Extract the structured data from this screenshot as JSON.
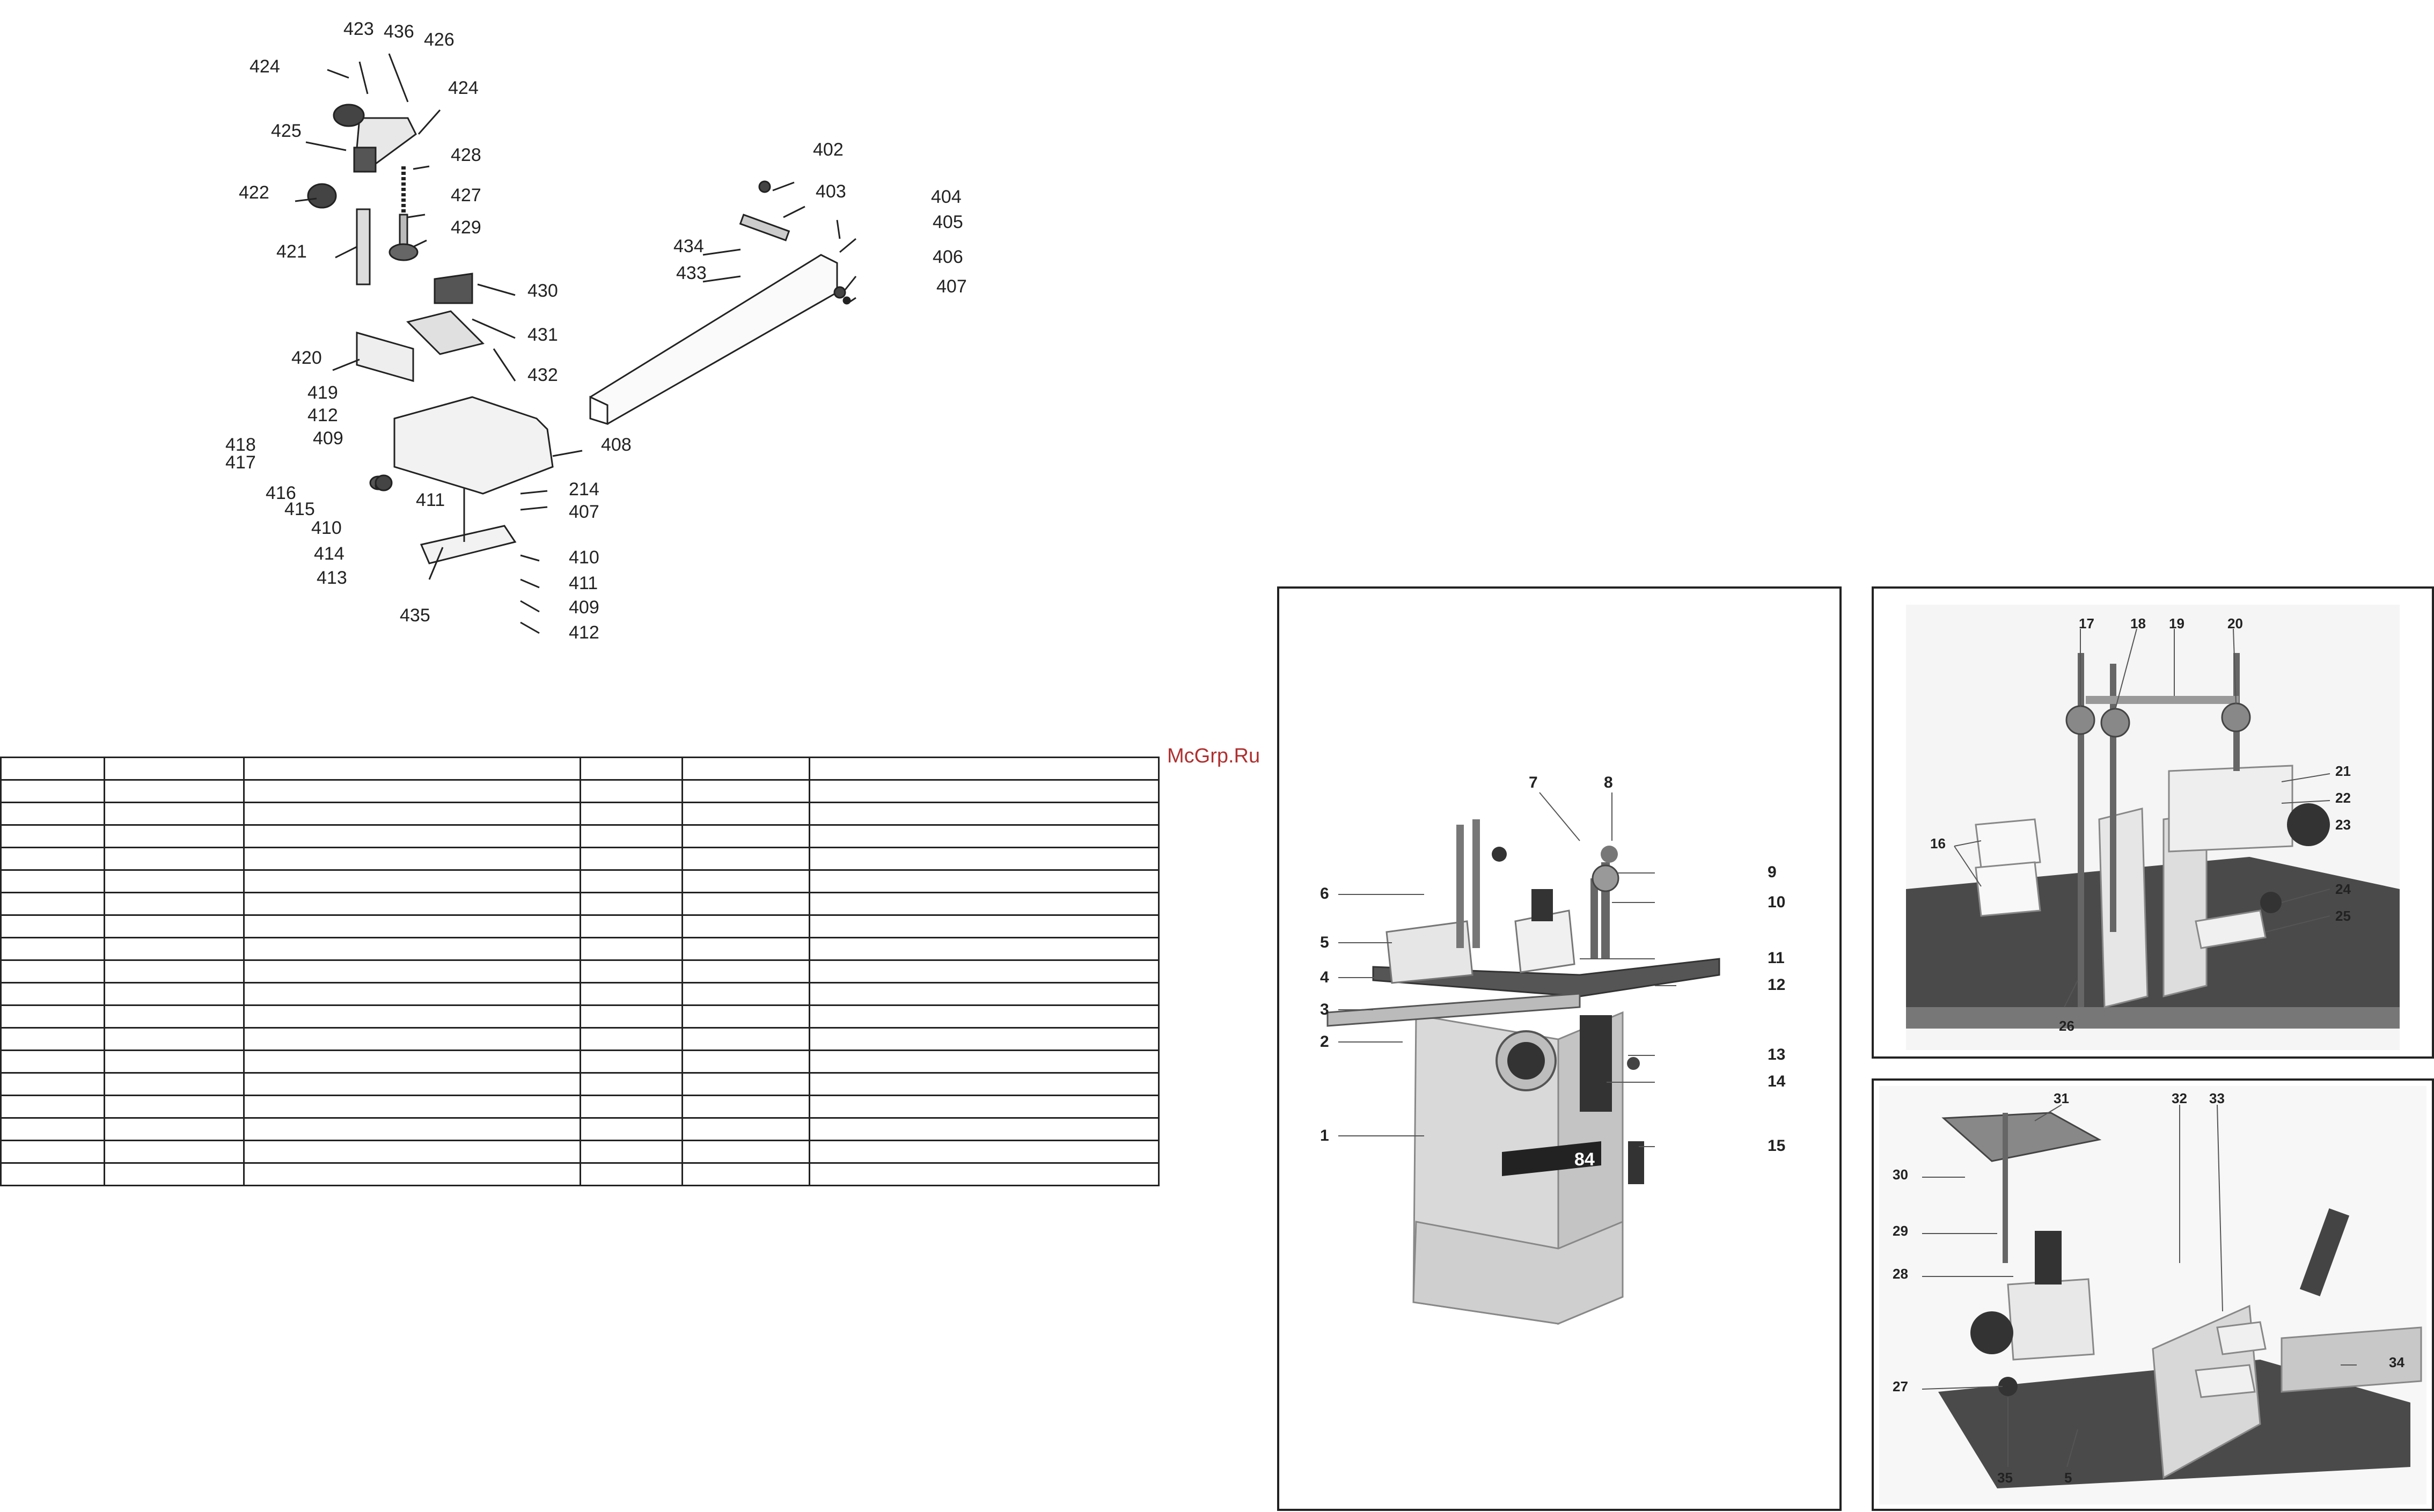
{
  "watermark": "McGrp.Ru",
  "exploded_view": {
    "labels": [
      "423",
      "436",
      "426",
      "424",
      "424",
      "425",
      "428",
      "422",
      "427",
      "429",
      "421",
      "430",
      "431",
      "420",
      "432",
      "419",
      "412",
      "409",
      "418",
      "417",
      "416",
      "415",
      "411",
      "410",
      "414",
      "413",
      "435",
      "408",
      "214",
      "407",
      "410",
      "411",
      "409",
      "412",
      "402",
      "403",
      "404",
      "405",
      "406",
      "407",
      "434",
      "433"
    ]
  },
  "parts_table": {
    "rows": 19,
    "columns": 6
  },
  "photo_machine": {
    "labels": [
      "7",
      "8",
      "9",
      "10",
      "6",
      "5",
      "11",
      "4",
      "12",
      "3",
      "2",
      "13",
      "14",
      "1",
      "15"
    ],
    "badge_text": "84"
  },
  "photo_fence": {
    "labels": [
      "17",
      "18",
      "19",
      "20",
      "21",
      "22",
      "23",
      "16",
      "24",
      "25",
      "26"
    ]
  },
  "photo_clamp": {
    "labels": [
      "31",
      "32",
      "33",
      "30",
      "29",
      "28",
      "34",
      "27",
      "35",
      "5"
    ]
  }
}
